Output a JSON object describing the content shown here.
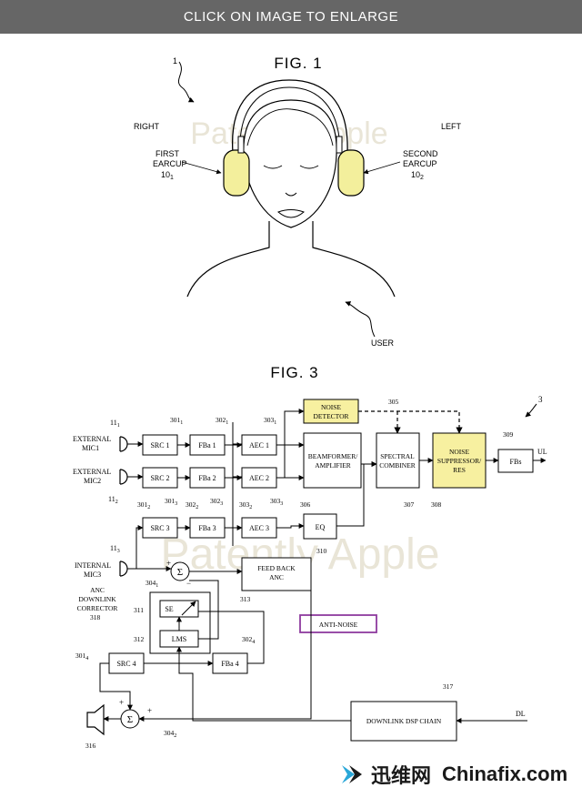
{
  "banner": {
    "label": "CLICK ON IMAGE TO ENLARGE"
  },
  "fig1": {
    "title": "FIG. 1",
    "ref": "1",
    "right": "RIGHT",
    "left": "LEFT",
    "first_earcup_1": "FIRST",
    "first_earcup_2": "EARCUP",
    "first_earcup_ref": "10",
    "first_earcup_sub": "1",
    "second_earcup_1": "SECOND",
    "second_earcup_2": "EARCUP",
    "second_earcup_ref": "10",
    "second_earcup_sub": "2",
    "user": "USER",
    "watermark": "Patently Apple"
  },
  "fig3": {
    "title": "FIG. 3",
    "ref": "3",
    "watermark": "Patently Apple",
    "mics": {
      "ext1_a": "EXTERNAL",
      "ext1_b": "MIC1",
      "ext1_ref": "11",
      "ext1_sub": "1",
      "ext2_a": "EXTERNAL",
      "ext2_b": "MIC2",
      "ext2_ref": "11",
      "ext2_sub": "2",
      "int_a": "INTERNAL",
      "int_b": "MIC3",
      "int_ref": "11",
      "int_sub": "3"
    },
    "blocks": {
      "src1": "SRC 1",
      "src2": "SRC 2",
      "src3": "SRC 3",
      "src4": "SRC 4",
      "fba1": "FBa 1",
      "fba2": "FBa 2",
      "fba3": "FBa 3",
      "fba4": "FBa 4",
      "aec1": "AEC 1",
      "aec2": "AEC 2",
      "aec3": "AEC 3",
      "noise_det_1": "NOISE",
      "noise_det_2": "DETECTOR",
      "beam_1": "BEAMFORMER/",
      "beam_2": "AMPLIFIER",
      "spec_1": "SPECTRAL",
      "spec_2": "COMBINER",
      "ns_1": "NOISE",
      "ns_2": "SUPPRESSOR/",
      "ns_3": "RES",
      "fbs": "FBs",
      "eq": "EQ",
      "anc_1": "FEED BACK",
      "anc_2": "ANC",
      "se": "SE",
      "lms": "LMS",
      "downlink": "DOWNLINK DSP CHAIN",
      "anti_noise": "ANTI-NOISE",
      "corrector_1": "ANC",
      "corrector_2": "DOWNLINK",
      "corrector_3": "CORRECTOR",
      "sum": "Σ"
    },
    "labels": {
      "ul": "UL",
      "dl": "DL",
      "r301_1": "301",
      "r301_1s": "1",
      "r302_1": "302",
      "r302_1s": "1",
      "r303_1": "303",
      "r303_1s": "1",
      "r301_2": "301",
      "r301_2s": "2",
      "r302_2": "302",
      "r302_2s": "2",
      "r303_2": "303",
      "r303_2s": "2",
      "r301_3": "301",
      "r301_3s": "3",
      "r302_3": "302",
      "r302_3s": "3",
      "r303_3": "303",
      "r303_3s": "3",
      "r301_4": "301",
      "r301_4s": "4",
      "r302_4": "302",
      "r302_4s": "4",
      "r304_1": "304",
      "r304_1s": "1",
      "r304_2": "304",
      "r304_2s": "2",
      "r305": "305",
      "r306": "306",
      "r307": "307",
      "r308": "308",
      "r309": "309",
      "r310": "310",
      "r311": "311",
      "r312": "312",
      "r313": "313",
      "r316": "316",
      "r317": "317",
      "r318": "318",
      "plus": "+",
      "minus": "−"
    }
  },
  "footer": {
    "cn": "迅维网",
    "en": "Chinafix.com"
  },
  "colors": {
    "highlight": "#f7f0a0",
    "anti_noise_border": "#8e3b9e",
    "banner": "#666666",
    "earcup": "#f3ef9c"
  }
}
